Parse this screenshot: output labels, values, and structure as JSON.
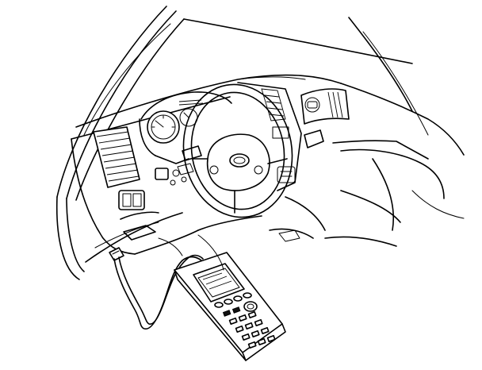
{
  "illustration": {
    "components": [
      {
        "id": "dashboard",
        "icon": "dashboard-line-art"
      },
      {
        "id": "steering-wheel",
        "icon": "steering-wheel-line-art"
      },
      {
        "id": "instrument-cluster",
        "icon": "gauge-cluster-line-art"
      },
      {
        "id": "dlc-connector",
        "icon": "diagnostic-connector-line-art"
      },
      {
        "id": "scan-tool-cable",
        "icon": "cable-line-art"
      },
      {
        "id": "scan-tool",
        "icon": "handheld-scanner-line-art"
      }
    ],
    "colors": {
      "line": "#000000",
      "background": "#ffffff"
    }
  }
}
